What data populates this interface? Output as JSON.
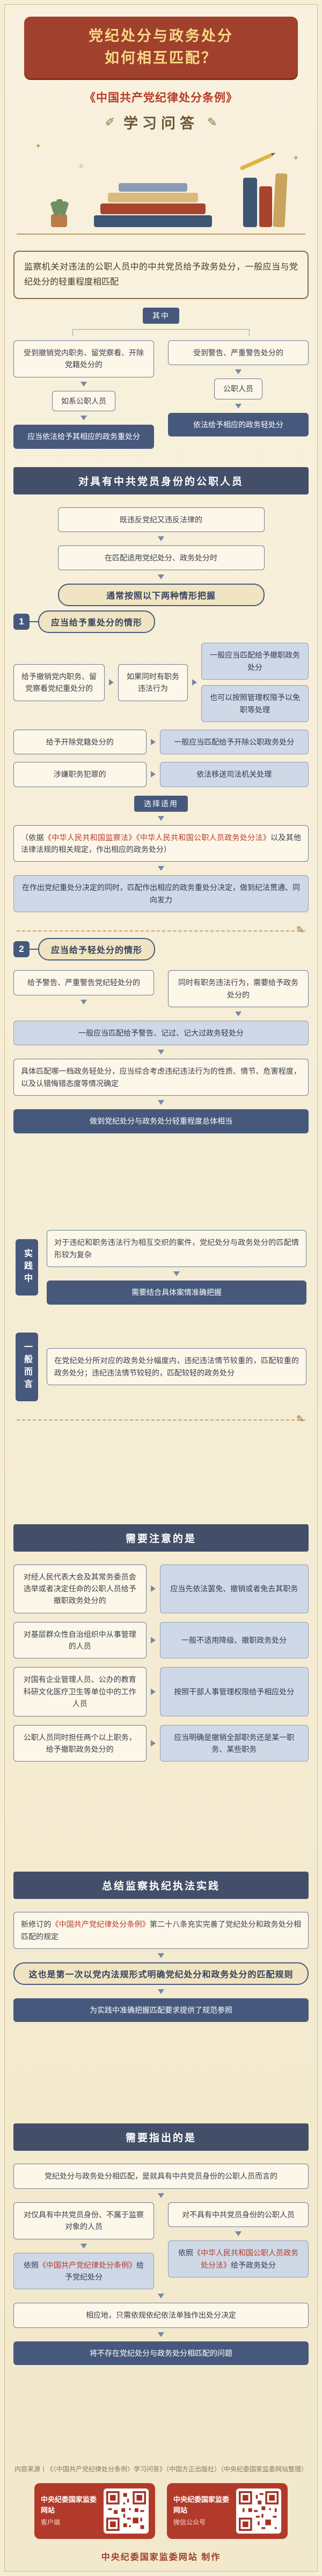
{
  "colors": {
    "page_bg": "#f5edd6",
    "title_box_bg": "#a0402d",
    "title_text": "#f8d987",
    "accent_red": "#b93a28",
    "navy": "#46597c",
    "light_box_bg": "#cfd8e6",
    "qr_red": "#b23a2b"
  },
  "header": {
    "title_line1": "党纪处分与政务处分",
    "title_line2": "如何相互匹配？",
    "book_title": "《中国共产党纪律处分条例》",
    "tag": "学习问答"
  },
  "intro": {
    "lead": "监察机关对违法的公职人员中的中共党员给予政务处分，一般应当与党纪处分的轻重程度相匹配",
    "divider": "其中",
    "left_top": "受到撤销党内职务、留党察看、开除党籍处分的",
    "left_mid": "如系公职人员",
    "left_bottom": "应当依法给予其相应的政务重处分",
    "right_top": "受到警告、严重警告处分的",
    "right_mid": "公职人员",
    "right_bottom": "依法给予相应的政务轻处分"
  },
  "band1": "对具有中共党员身份的公职人员",
  "flow": {
    "step1": "既违反党纪又违反法律的",
    "step2": "在匹配适用党纪处分、政务处分时",
    "step3": "通常按照以下两种情形把握"
  },
  "case1": {
    "num": "1",
    "title": "应当给予重处分的情形",
    "row_a_left": "给予撤销党内职务、留党察看党纪重处分的",
    "row_a_cond": "如果同时有职务违法行为",
    "row_a_res1": "一般应当匹配给予撤职政务处分",
    "row_a_res2": "也可以按照管理权限予以免职等处理",
    "row_b_left": "给予开除党籍处分的",
    "row_b_res": "一般应当匹配给予开除公职政务处分",
    "row_c_left": "涉嫌职务犯罪的",
    "row_c_res": "依法移送司法机关处理",
    "pill": "选择适用",
    "ref_pre": "（依据",
    "ref_books": "《中华人民共和国监察法》《中华人民共和国公职人员政务处分法》",
    "ref_post": "以及其他法律法规的相关规定，作出相应的政务处分）",
    "bottom": "在作出党纪重处分决定的同时，匹配作出相应的政务重处分决定，做到纪法贯通、同向发力"
  },
  "case2": {
    "num": "2",
    "title": "应当给予轻处分的情形",
    "left": "给予警告、严重警告党纪轻处分的",
    "right": "同时有职务违法行为，需要给予政务处分的",
    "mid": "一般应当匹配给予警告、记过、记大过政务轻处分",
    "detail": "具体匹配哪一档政务轻处分，应当综合考虑违纪违法行为的性质、情节、危害程度，以及认错悔错态度等情况确定",
    "bottom": "做到党纪处分与政务处分轻重程度总体相当"
  },
  "practice": {
    "tag": "实践中",
    "box1": "对于违纪和职务违法行为相互交织的案件，党纪处分与政务处分的匹配情形较为复杂",
    "box2": "需要结合具体案情准确把握"
  },
  "general": {
    "tag": "一般而言",
    "box1": "在党纪处分所对应的政务处分幅度内，违纪违法情节较重的，匹配较重的政务处分；违纪违法情节较轻的，匹配较轻的政务处分"
  },
  "notes": {
    "band": "需要注意的是",
    "rows": [
      {
        "left": "对经人民代表大会及其常务委员会选举或者决定任命的公职人员给予撤职政务处分的",
        "right": "应当先依法罢免、撤销或者免去其职务"
      },
      {
        "left": "对基层群众性自治组织中从事管理的人员",
        "right": "一般不适用降级、撤职政务处分"
      },
      {
        "left": "对国有企业管理人员、公办的教育科研文化医疗卫生等单位中的工作人员",
        "right": "按照干部人事管理权限给予相应处分"
      },
      {
        "left": "公职人员同时担任两个以上职务，给予撤职政务处分的",
        "right": "应当明确是撤销全部职务还是某一职务、某些职务"
      }
    ]
  },
  "summary": {
    "band": "总结监察执纪执法实践",
    "box1_pre": "新修订的",
    "box1_book": "《中国共产党纪律处分条例》",
    "box1_post": "第二十八条充实完善了党纪处分和政务处分相匹配的规定",
    "box2": "这也是第一次以党内法规形式明确党纪处分和政务处分的匹配规则",
    "box3": "为实践中准确把握匹配要求提供了规范参照"
  },
  "points": {
    "band": "需要指出的是",
    "lead": "党纪处分与政务处分相匹配，是就具有中共党员身份的公职人员而言的",
    "left_top": "对仅具有中共党员身份、不属于监察对象的人员",
    "left_sub_pre": "依照",
    "left_sub_book": "《中国共产党纪律处分条例》",
    "left_sub_post": "给予党纪处分",
    "right_top": "对不具有中共党员身份的公职人员",
    "right_sub_pre": "依照",
    "right_sub_book": "《中华人民共和国公职人员政务处分法》",
    "right_sub_post": "给予政务处分",
    "mid": "相应地，只需依规依纪依法单独作出处分决定",
    "bottom": "将不存在党纪处分与政务处分相匹配的问题"
  },
  "footer": {
    "source": "内容来源丨《〈中国共产党纪律处分条例〉学习问答》（中国方正出版社）（中央纪委国家监委网站整理）",
    "qr_left_label": "中央纪委国家监委网站",
    "qr_left_sub": "客户端",
    "qr_right_label": "中央纪委国家监委网站",
    "qr_right_sub": "微信公众号",
    "credit": "中央纪委国家监委网站 制作"
  }
}
